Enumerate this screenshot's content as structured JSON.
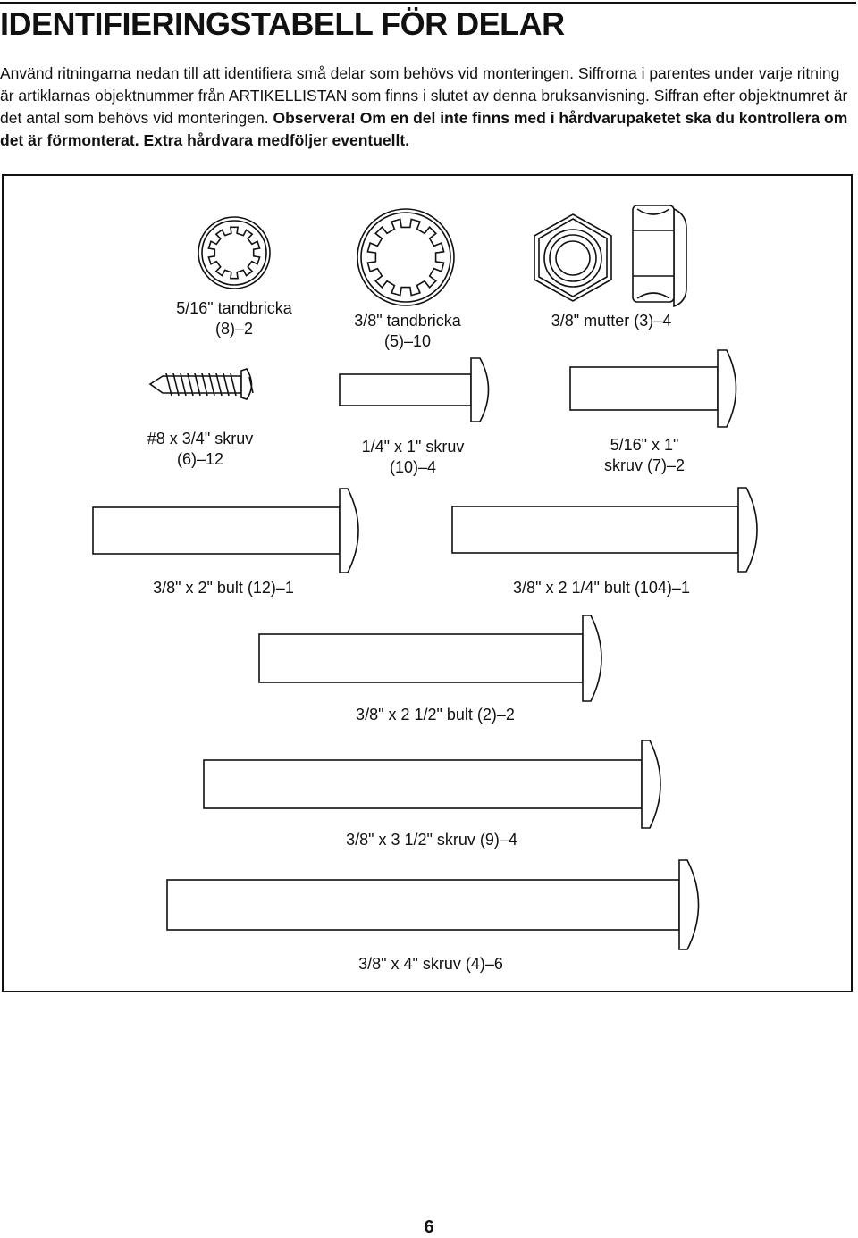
{
  "page": {
    "title": "IDENTIFIERINGSTABELL FÖR DELAR",
    "intro_part1": "Använd ritningarna nedan till att identifiera små delar som behövs vid monteringen. Siffrorna i parentes under varje ritning är artiklarnas objektnummer från ARTIKELLISTAN som finns i slutet av denna bruksanvisning. Siffran efter objektnumret är det antal som behövs vid monteringen. ",
    "intro_bold": "Observera! Om en del inte finns med i hårdvarupaketet ska du kontrollera om det är förmonterat. Extra hårdvara medföljer eventuellt.",
    "page_number": "6"
  },
  "parts": {
    "p8_line1": "5/16\" tandbricka",
    "p8_line2": "(8)–2",
    "p5_line1": "3/8\" tandbricka",
    "p5_line2": "(5)–10",
    "p3": "3/8\" mutter (3)–4",
    "p6_line1": "#8 x 3/4\" skruv",
    "p6_line2": "(6)–12",
    "p10_line1": "1/4\" x 1\" skruv",
    "p10_line2": "(10)–4",
    "p7_line1": "5/16\" x 1\"",
    "p7_line2": "skruv (7)–2",
    "p12": "3/8\" x 2\" bult (12)–1",
    "p104": "3/8\" x 2 1/4\" bult (104)–1",
    "p2": "3/8\" x 2 1/2\" bult (2)–2",
    "p9": "3/8\" x 3 1/2\" skruv (9)–4",
    "p4": "3/8\" x 4\" skruv (4)–6"
  }
}
